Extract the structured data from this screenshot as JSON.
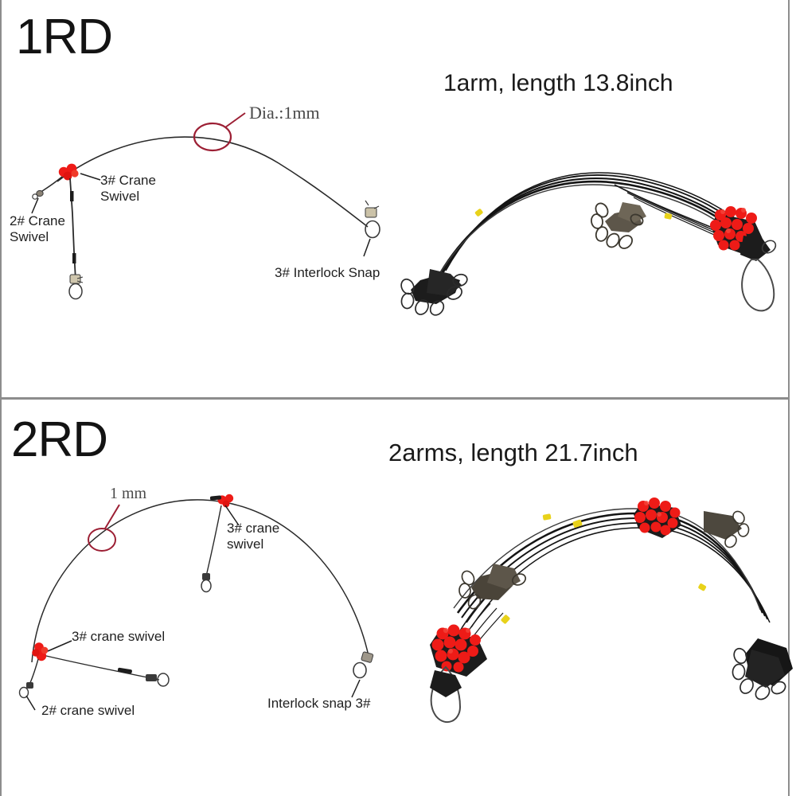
{
  "image": {
    "title": "Fishing rig specification sheet",
    "background_color": "#ffffff",
    "border_color": "#8d8d8d"
  },
  "colors": {
    "bead_red": "#ee1b17",
    "annotation_red": "#9c1f34",
    "wire_black": "#1c1c1c",
    "swivel_metal": "#6f6758",
    "sleeve_yellow": "#e8d21a",
    "text_dark": "#131313"
  },
  "panels": [
    {
      "id": "1rd",
      "code": "1RD",
      "diagram": {
        "diameter_label": "Dia.:1mm",
        "callouts": [
          {
            "id": "crane-3",
            "text_lines": [
              "3# Crane",
              "Swivel"
            ]
          },
          {
            "id": "crane-2",
            "text_lines": [
              "2# Crane",
              "Swivel"
            ]
          },
          {
            "id": "interlock-snap",
            "text_lines": [
              "3# Interlock Snap"
            ]
          }
        ]
      },
      "photo": {
        "heading": "1arm, length 13.8inch",
        "arms": "1arm",
        "length": "13.8inch"
      }
    },
    {
      "id": "2rd",
      "code": "2RD",
      "diagram": {
        "diameter_label": "1 mm",
        "callouts": [
          {
            "id": "crane-3-upper",
            "text_lines": [
              "3# crane",
              "swivel"
            ]
          },
          {
            "id": "crane-3-lower",
            "text_lines": [
              "3# crane swivel"
            ]
          },
          {
            "id": "crane-2",
            "text_lines": [
              "2# crane swivel"
            ]
          },
          {
            "id": "interlock-snap",
            "text_lines": [
              "Interlock snap 3#"
            ]
          }
        ]
      },
      "photo": {
        "heading": "2arms, length 21.7inch",
        "arms": "2arms",
        "length": "21.7inch"
      }
    }
  ]
}
